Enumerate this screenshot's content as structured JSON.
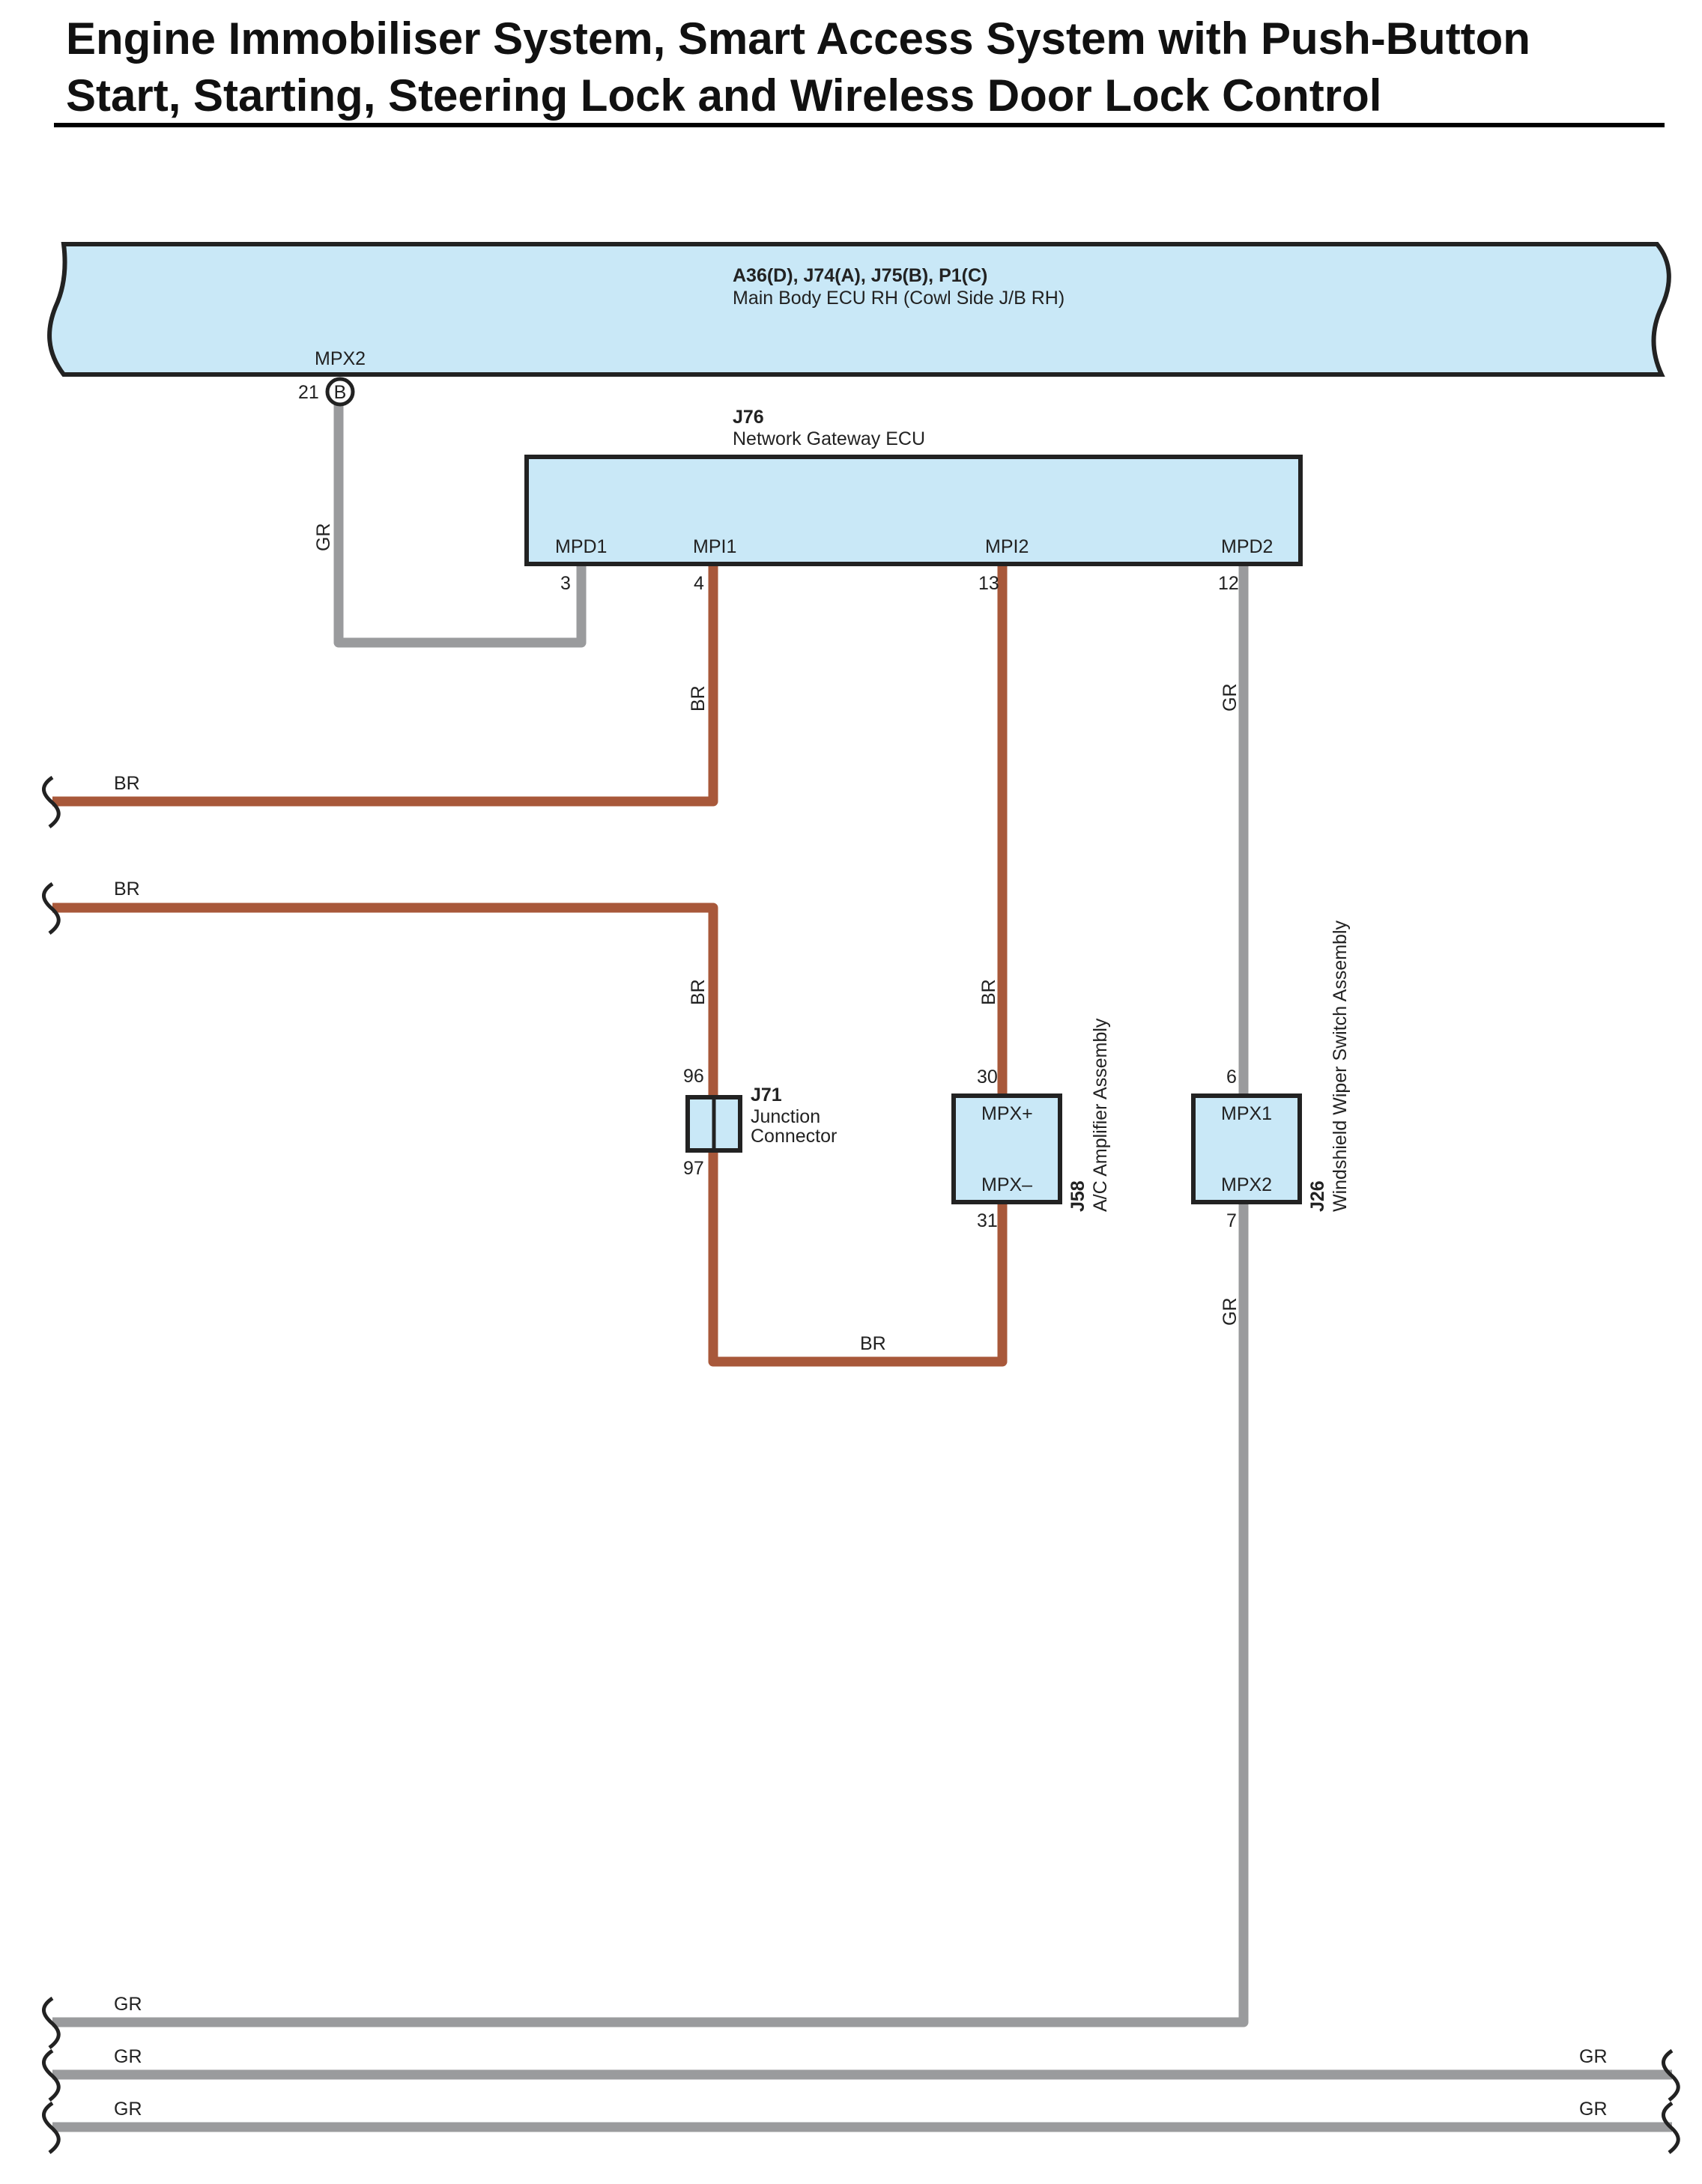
{
  "title": {
    "line1": "Engine Immobiliser System, Smart Access System with Push-Button",
    "line2": "Start, Starting, Steering Lock and Wireless Door Lock Control"
  },
  "colors": {
    "wire_br": "#A8583A",
    "wire_gr": "#9A9B9D",
    "component_fill": "#C9E8F7",
    "outline": "#222222"
  },
  "main_body_ecu": {
    "code": "A36(D), J74(A), J75(B), P1(C)",
    "name": "Main Body ECU RH (Cowl Side J/B RH)",
    "pin_label": "MPX2",
    "pin_number": "21",
    "connector_letter": "B"
  },
  "gateway_ecu": {
    "code": "J76",
    "name": "Network Gateway ECU",
    "pins": [
      {
        "label": "MPD1",
        "number": "3"
      },
      {
        "label": "MPI1",
        "number": "4"
      },
      {
        "label": "MPI2",
        "number": "13"
      },
      {
        "label": "MPD2",
        "number": "12"
      }
    ]
  },
  "junction_connector": {
    "code": "J71",
    "name_line1": "Junction",
    "name_line2": "Connector",
    "pin_top": "96",
    "pin_bottom": "97"
  },
  "ac_amplifier": {
    "code": "J58",
    "name": "A/C Amplifier Assembly",
    "pin_top_label": "MPX+",
    "pin_bottom_label": "MPX–",
    "pin_top_number": "30",
    "pin_bottom_number": "31"
  },
  "wiper_switch": {
    "code": "J26",
    "name": "Windshield Wiper Switch Assembly",
    "pin_top_label": "MPX1",
    "pin_bottom_label": "MPX2",
    "pin_top_number": "6",
    "pin_bottom_number": "7"
  },
  "wire_labels": {
    "br": "BR",
    "gr": "GR"
  }
}
